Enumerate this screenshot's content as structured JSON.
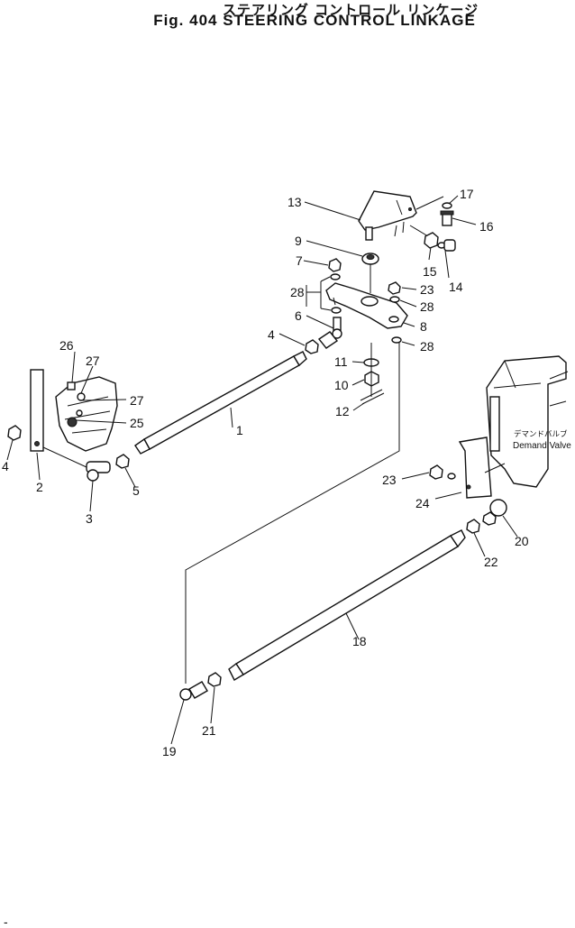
{
  "header": {
    "title_jp": "ステアリング コントロール リンケージ",
    "title_en": "Fig. 404 STEERING CONTROL LINKAGE"
  },
  "demand_valve": {
    "label_jp": "デマンドバルブ",
    "label_en": "Demand Valve"
  },
  "callouts": {
    "c1": "1",
    "c2": "2",
    "c3": "3",
    "c4a": "4",
    "c4b": "4",
    "c5": "5",
    "c6": "6",
    "c7": "7",
    "c8": "8",
    "c9": "9",
    "c10": "10",
    "c11": "11",
    "c12": "12",
    "c13": "13",
    "c14": "14",
    "c15": "15",
    "c16": "16",
    "c17": "17",
    "c18": "18",
    "c19": "19",
    "c20": "20",
    "c21": "21",
    "c22": "22",
    "c23a": "23",
    "c23b": "23",
    "c24": "24",
    "c25": "25",
    "c26": "26",
    "c27a": "27",
    "c27b": "27",
    "c28a": "28",
    "c28b": "28",
    "c28c": "28"
  },
  "footer_mark": "-"
}
